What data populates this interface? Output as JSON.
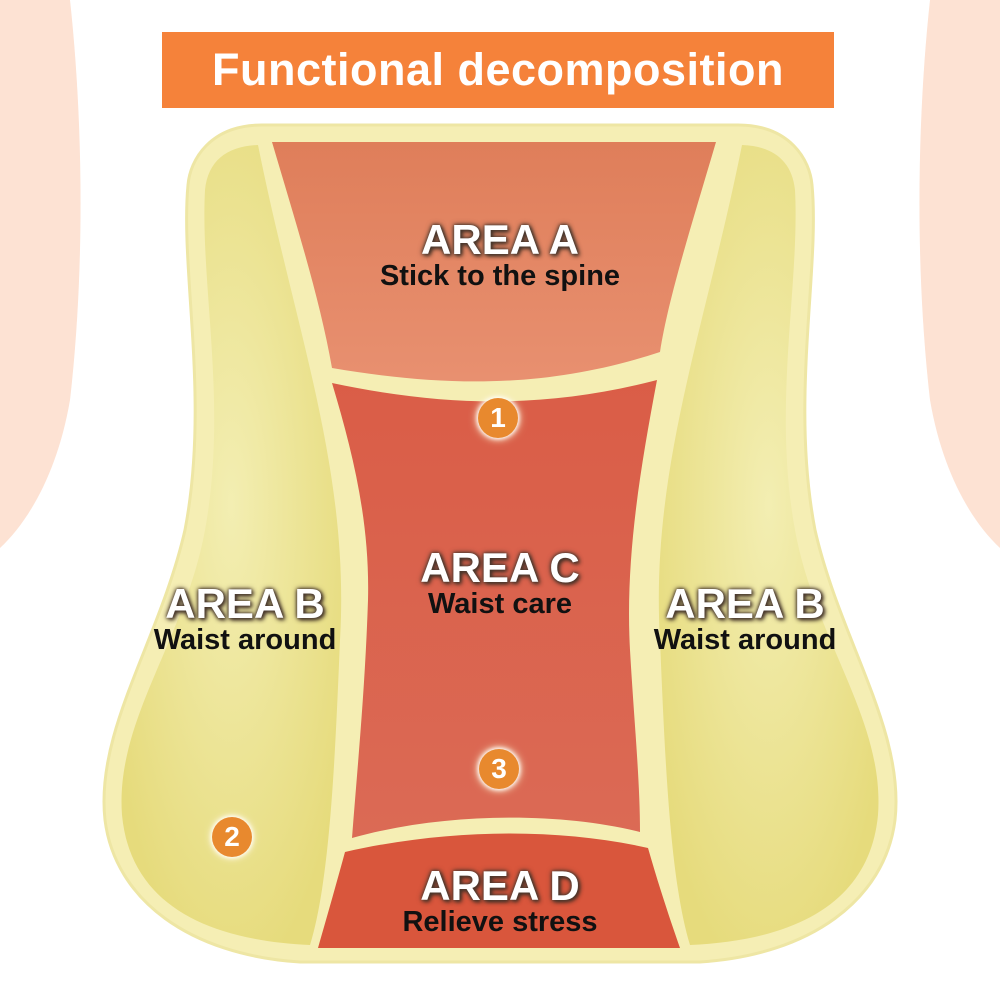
{
  "title": "Functional decomposition",
  "areas": {
    "a": {
      "name": "AREA A",
      "desc": "Stick to the spine"
    },
    "b": {
      "name": "AREA B",
      "desc": "Waist around"
    },
    "c": {
      "name": "AREA C",
      "desc": "Waist care"
    },
    "d": {
      "name": "AREA D",
      "desc": "Relieve stress"
    }
  },
  "markers": {
    "one": "1",
    "two": "2",
    "three": "3"
  },
  "colors": {
    "banner": "#f5823a",
    "area_a": "#e48662",
    "area_b": "#e6dc80",
    "area_c": "#d9614b",
    "area_d": "#d9563c",
    "cushion_border": "#f5eeb4",
    "body_silhouette": "#fde2d3",
    "badge": "#e8892e"
  }
}
